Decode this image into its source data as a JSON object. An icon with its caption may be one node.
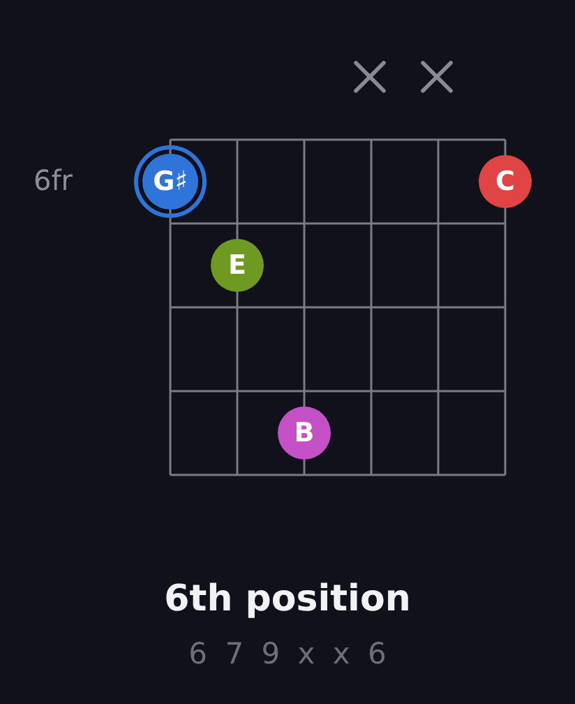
{
  "diagram": {
    "title": "6th position",
    "caption": "6 7 9 x x 6",
    "nodes": [
      {
        "text": [
          "G♯"
        ]
      },
      {
        "text": [
          "C"
        ]
      },
      {
        "text": [
          "E"
        ]
      },
      {
        "text": [
          "B"
        ]
      }
    ],
    "labels": [
      "6fr"
    ]
  }
}
